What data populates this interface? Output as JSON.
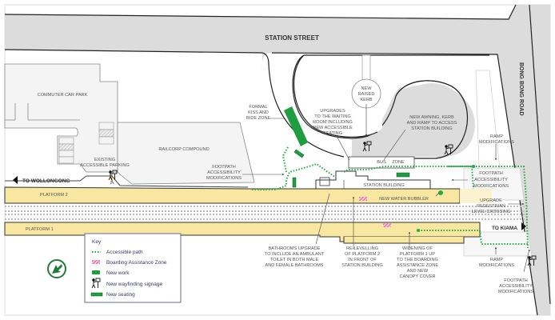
{
  "map": {
    "streets": {
      "station_street": "STATION STREET",
      "bong_bong_road": "BONG BONG ROAD"
    },
    "areas": {
      "commuter_car_park": "COMMUTER CAR PARK",
      "railcorp_compound": "RAILCORP COMPOUND",
      "station_building": "STATION BUILDING",
      "bus_zone": [
        "BUS",
        "ZONE"
      ],
      "platform_2": "PLATFORM 2",
      "platform_1": "PLATFORM 1"
    },
    "directions": {
      "to_wollongong": "TO WOLLONGONG",
      "to_kiama": "TO KIAMA"
    },
    "annotations": {
      "new_raised_kerb": [
        "NEW",
        "RAISED",
        "KERB"
      ],
      "formal_kiss_ride": [
        "FORMAL",
        "KISS AND",
        "RIDE ZONE"
      ],
      "waiting_room": [
        "UPGRADES",
        "TO THE WAITING",
        "ROOM INCLUDING",
        "NEW ACCESSIBLE",
        "SEATING"
      ],
      "new_awning": [
        "NEW AWNING, KERB",
        "AND RAMP TO ACCESS",
        "STATION BUILDING"
      ],
      "ramp_mod_top": [
        "RAMP",
        "MODIFICATIONS"
      ],
      "existing_parking": [
        "EXISTING",
        "ACCESSIBLE PARKING"
      ],
      "footpath_left": [
        "FOOTPATH",
        "ACCESSIBILITY",
        "MODIFICATIONS"
      ],
      "footpath_right": [
        "FOOTPATH",
        "ACCESSIBILITY",
        "MODIFICATIONS"
      ],
      "new_water_bubbler": "NEW WATER BUBBLER",
      "upgrade_crossing": [
        "UPGRADE",
        "PEDESTRIAN",
        "LEVEL CROSSING"
      ],
      "bathrooms": [
        "BATHROOMS UPGRADE",
        "TO INCLUDE AN AMBULANT",
        "TOILET IN BOTH MALE",
        "AND FEMALE BATHROOMS"
      ],
      "relevelling": [
        "RE-LEVELLING",
        "OF PLATFORM 2",
        "IN FRONT OF",
        "STATION BUILDING"
      ],
      "widening": [
        "WIDENING OF",
        "PLATFORM 1 UP",
        "TO THE BOARDING",
        "ASSISTANCE ZONE",
        "AND NEW",
        "CANOPY COVER"
      ],
      "ramp_mod_bottom": [
        "RAMP",
        "MODIFICATIONS"
      ],
      "footpath_bottom": [
        "FOOTPATH",
        "ACCESSIBILITY",
        "MODIFICATIONS"
      ]
    }
  },
  "legend": {
    "title": "Key",
    "items": [
      {
        "label": "Accessible path",
        "icon": "dotted-line-icon"
      },
      {
        "label": "Boarding Assistance Zone",
        "icon": "hatched-pink-box-icon"
      },
      {
        "label": "New work",
        "icon": "green-box-icon"
      },
      {
        "label": "New wayfinding signage",
        "icon": "wayfinding-person-icon"
      },
      {
        "label": "New seating",
        "icon": "seating-bar-icon"
      }
    ]
  },
  "colors": {
    "road": "#dcdcdc",
    "platform": "#f7e7a0",
    "accessible_path": "#22aa44",
    "new_work": "#1e9e3e",
    "boarding_zone": "#d24a8c",
    "legend_border": "#6a6a9a",
    "north_arrow": "#1f7a3c"
  }
}
